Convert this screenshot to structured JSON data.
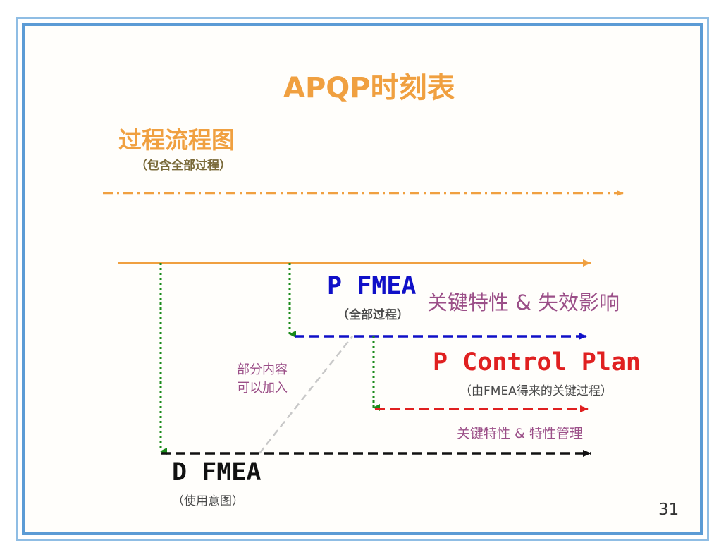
{
  "slide": {
    "title": "APQP时刻表",
    "page_number": "31"
  },
  "process_flow": {
    "label": "过程流程图",
    "sublabel": "（包含全部过程）"
  },
  "pfmea": {
    "label": "P FMEA",
    "sublabel": "（全部过程）",
    "note": "关键特性 & 失效影响"
  },
  "partial_note": {
    "line1": "部分内容",
    "line2": "可以加入"
  },
  "control_plan": {
    "label": "P Control Plan",
    "sublabel": "（由FMEA得来的关键过程）",
    "note": "关键特性 & 特性管理"
  },
  "dfmea": {
    "label": "D FMEA",
    "sublabel": "（使用意图）"
  },
  "colors": {
    "orange": "#f0a040",
    "blue": "#1010c8",
    "red": "#e02020",
    "green": "#1a8a1a",
    "black": "#111111",
    "gray": "#c8c8c8",
    "purple_note": "#9b4f88",
    "frame_blue": "#5b9bd5"
  }
}
